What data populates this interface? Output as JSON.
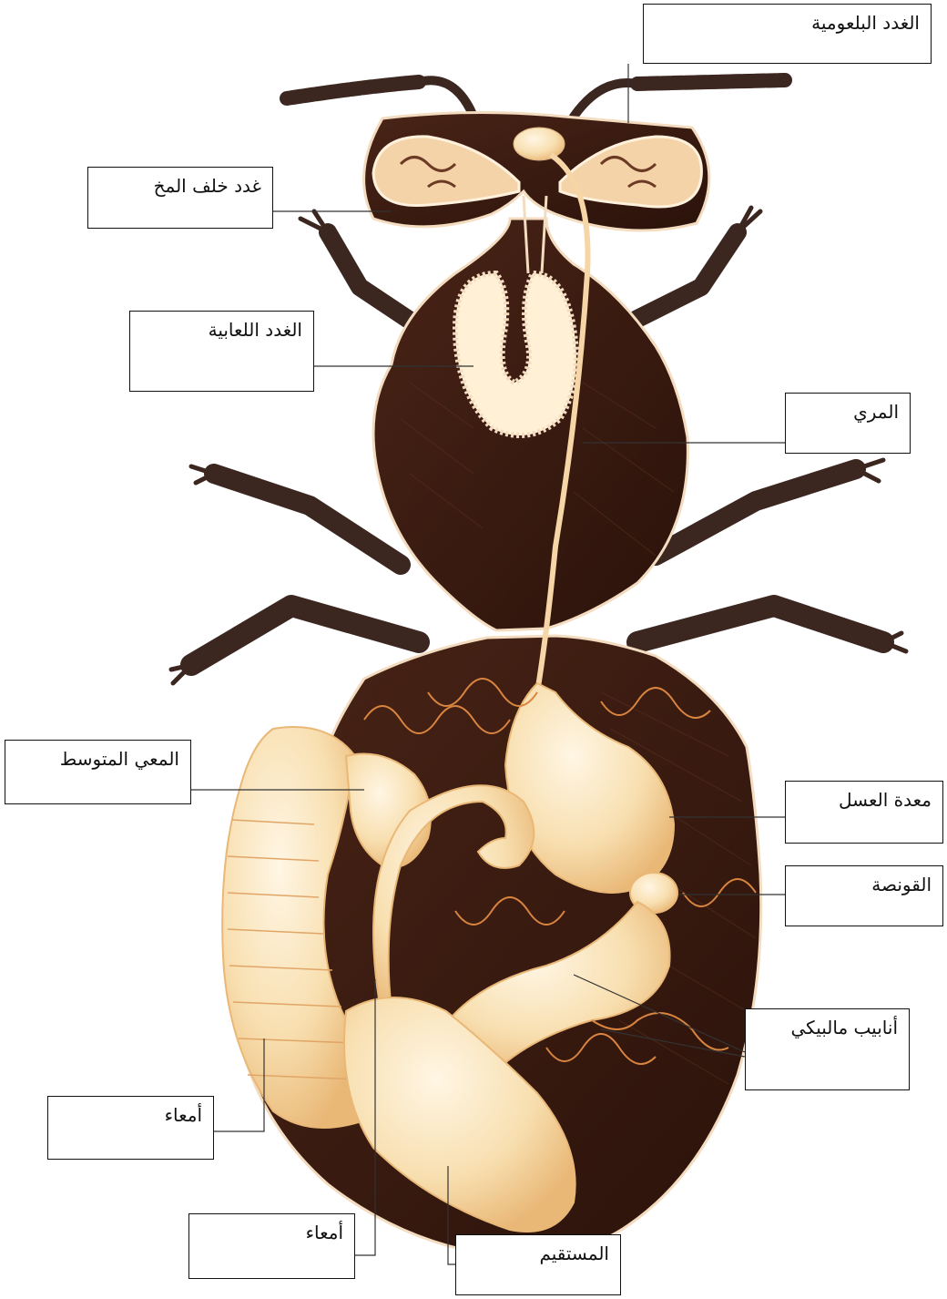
{
  "labels": {
    "hypopharyngeal_glands": "الغدد البلعومية",
    "postcerebral_glands": "غدد خلف المخ",
    "salivary_glands": "الغدد اللعابية",
    "esophagus": "المري",
    "midgut": "المعي المتوسط",
    "honey_stomach": "معدة العسل",
    "proventriculus": "القونصة",
    "malpighian_tubules": "أنابيب مالبيكي",
    "intestine_1": "أمعاء",
    "intestine_2": "أمعاء",
    "rectum": "المستقيم"
  },
  "colors": {
    "body": "#3a1a10",
    "body_outline": "#f3dcc0",
    "organ": "#f8dfb0",
    "organ_shade": "#e9b877",
    "tubule": "#d9853f",
    "leg": "#3b2620",
    "leader": "#333333"
  }
}
